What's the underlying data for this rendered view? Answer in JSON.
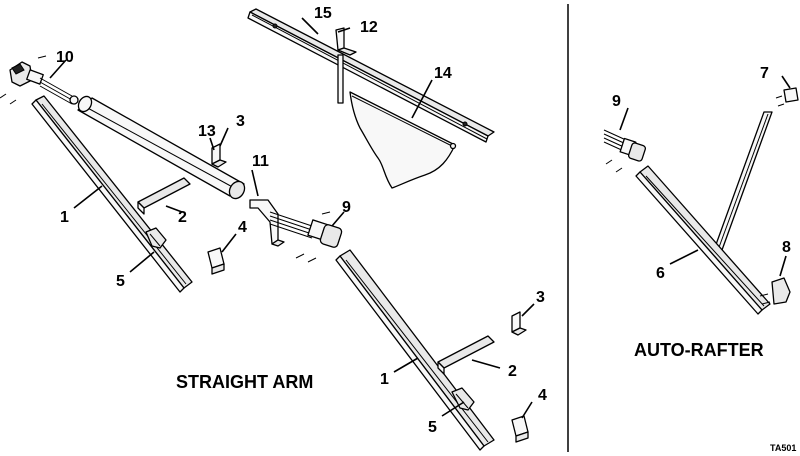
{
  "sections": {
    "straight_arm": "STRAIGHT ARM",
    "auto_rafter": "AUTO-RAFTER"
  },
  "callouts": {
    "c1a": "1",
    "c1b": "1",
    "c2a": "2",
    "c2b": "2",
    "c3a": "3",
    "c3b": "3",
    "c4a": "4",
    "c4b": "4",
    "c5a": "5",
    "c5b": "5",
    "c6": "6",
    "c7": "7",
    "c8": "8",
    "c9a": "9",
    "c9b": "9",
    "c10": "10",
    "c11": "11",
    "c12": "12",
    "c13": "13",
    "c14": "14",
    "c15": "15"
  },
  "figure_ref": "TA501"
}
